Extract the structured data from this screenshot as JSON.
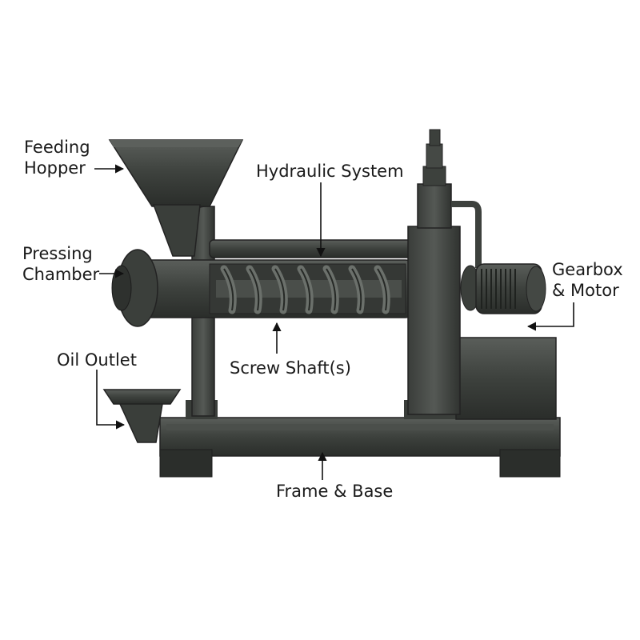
{
  "labels": {
    "feeding_hopper": [
      "Feeding",
      "Hopper"
    ],
    "pressing_chamber": [
      "Pressing",
      "Chamber"
    ],
    "hydraulic_system": "Hydraulic System",
    "gearbox_motor": [
      "Gearbox",
      "& Motor"
    ],
    "oil_outlet": "Oil Outlet",
    "screw_shafts": "Screw Shaft(s)",
    "frame_base": "Frame & Base"
  },
  "colors": {
    "machine_dark": "#2e312e",
    "machine_mid": "#454945",
    "machine_light": "#5d625d",
    "arrow": "#111111",
    "text": "#1a1a1a"
  }
}
